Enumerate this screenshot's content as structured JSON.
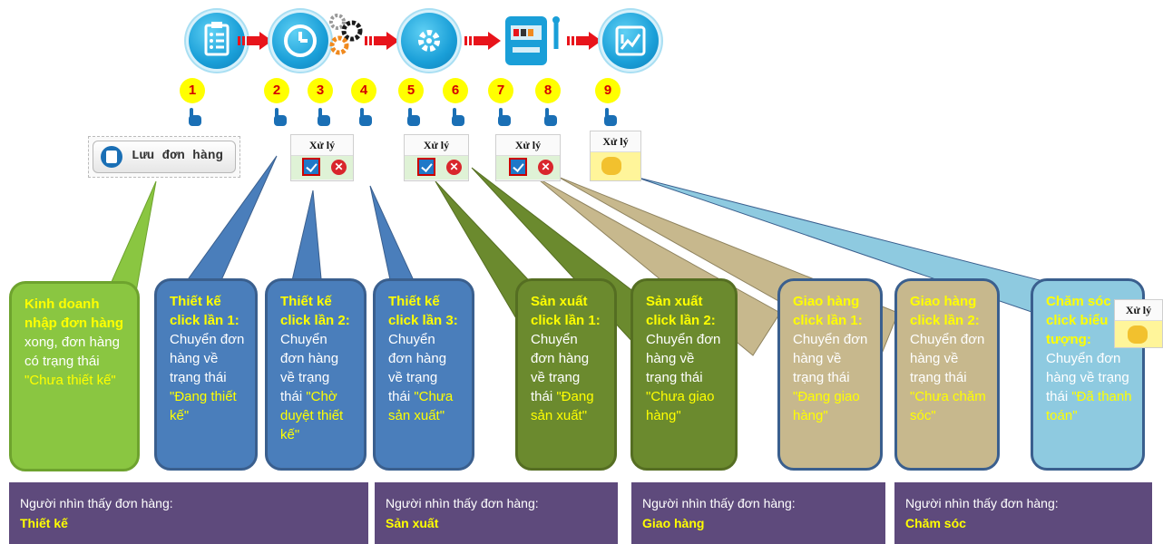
{
  "process_icons": [
    {
      "name": "checklist-icon"
    },
    {
      "name": "clock-gears-icon"
    },
    {
      "name": "gear-icon"
    },
    {
      "name": "machine-icon"
    },
    {
      "name": "growth-chart-icon"
    }
  ],
  "steps": [
    "1",
    "2",
    "3",
    "4",
    "5",
    "6",
    "7",
    "8",
    "9"
  ],
  "save_button": {
    "label": "Lưu đơn hàng"
  },
  "action_box": {
    "title": "Xử lý"
  },
  "bubbles": [
    {
      "bold": "Kinh doanh nhập đơn hàng",
      "text": " xong, đơn hàng có trạng thái ",
      "quote": "\"Chưa thiết kế\""
    },
    {
      "bold": "Thiết kế click lần 1:",
      "text": " Chuyển đơn hàng về trạng thái ",
      "quote": "\"Đang thiết kế\""
    },
    {
      "bold": "Thiết kế click lần 2:",
      "text": " Chuyển đơn hàng về trạng thái ",
      "quote": "\"Chờ duyệt thiết kế\""
    },
    {
      "bold": "Thiết kế click lần 3:",
      "text": " Chuyển đơn hàng về trạng thái ",
      "quote": "\"Chưa sản xuất\""
    },
    {
      "bold": "Sản xuất click lần 1:",
      "text": " Chuyển đơn hàng về trạng thái ",
      "quote": "\"Đang sản xuất\""
    },
    {
      "bold": "Sản xuất click lần 2:",
      "text": " Chuyển đơn hàng về trạng thái ",
      "quote": "\"Chưa giao hàng\""
    },
    {
      "bold": "Giao hàng click lần 1:",
      "text": " Chuyển đơn hàng về trạng thái ",
      "quote": "\"Đang giao hàng\""
    },
    {
      "bold": "Giao hàng click lần 2:",
      "text": " Chuyển đơn hàng về trạng thái ",
      "quote": "\"Chưa chăm sóc\""
    },
    {
      "bold": "Chăm sóc click biểu tượng:",
      "text": " Chuyển đơn hàng về trạng thái ",
      "quote": "\"Đã thanh toán\""
    }
  ],
  "footers": [
    {
      "label": "Người nhìn thấy đơn hàng:",
      "role": "Thiết kế"
    },
    {
      "label": "Người nhìn thấy đơn hàng:",
      "role": "Sản xuất"
    },
    {
      "label": "Người nhìn thấy đơn hàng:",
      "role": "Giao hàng"
    },
    {
      "label": "Người nhìn thấy đơn hàng:",
      "role": "Chăm sóc"
    }
  ],
  "colors": {
    "green_light": "#8ac641",
    "blue": "#4a7ebb",
    "olive": "#6b8a2e",
    "tan": "#c7b88d",
    "light_blue": "#8ecae0",
    "footer": "#5e4a7c",
    "highlight": "#ffff00",
    "arrow_red": "#e8141b"
  }
}
